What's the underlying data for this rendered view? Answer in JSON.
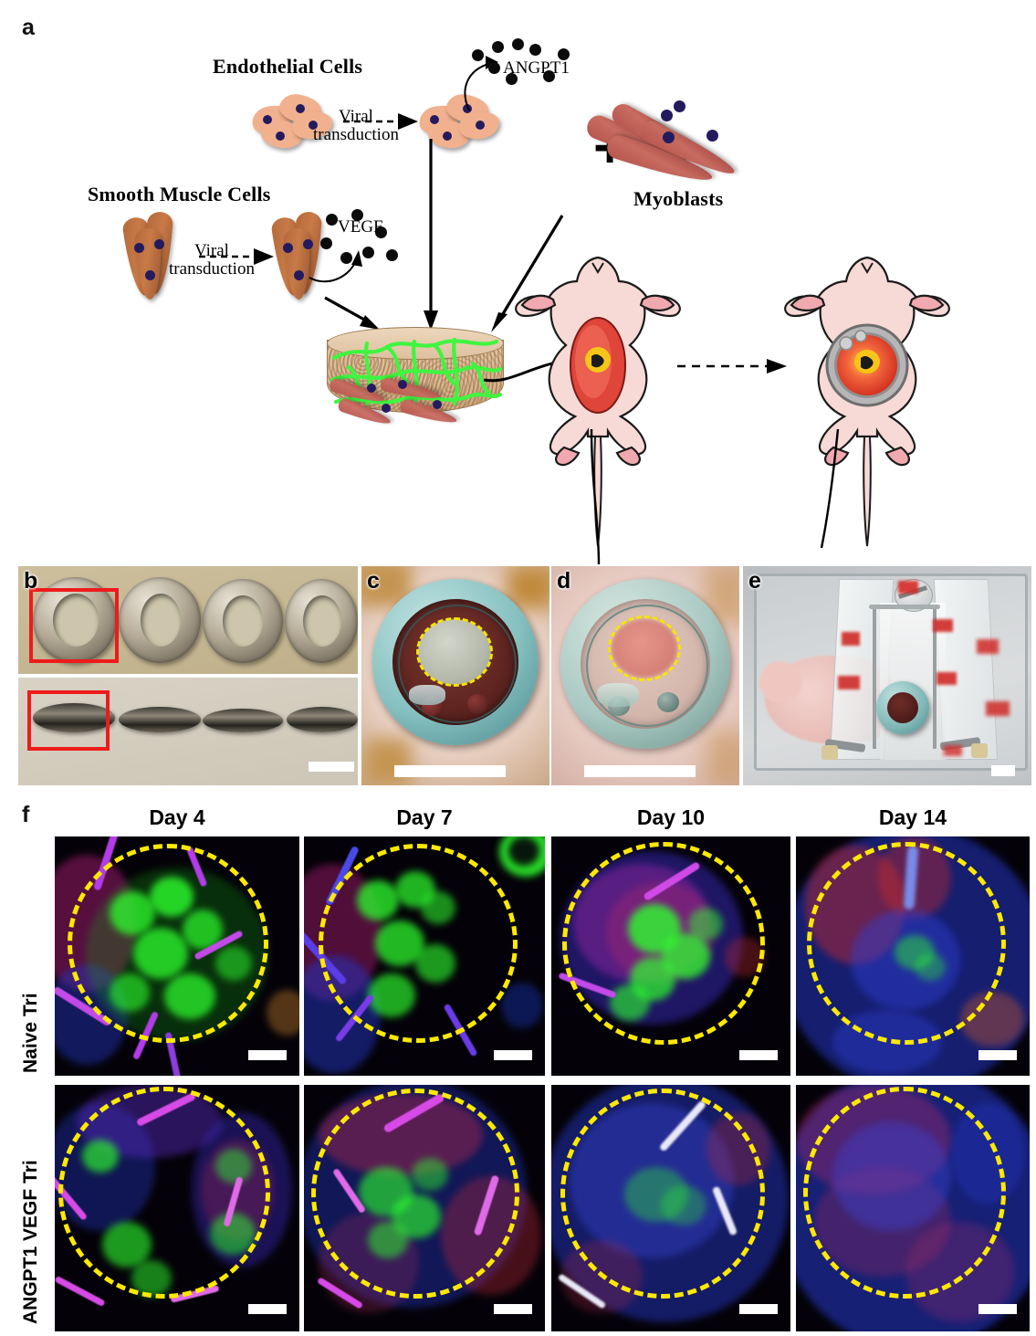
{
  "figure": {
    "panels": [
      {
        "id": "a",
        "letter": "a"
      },
      {
        "id": "b",
        "letter": "b"
      },
      {
        "id": "c",
        "letter": "c"
      },
      {
        "id": "d",
        "letter": "d"
      },
      {
        "id": "e",
        "letter": "e"
      },
      {
        "id": "f",
        "letter": "f"
      }
    ]
  },
  "panel_a": {
    "endothelial_title": "Endothelial Cells",
    "smooth_muscle_title": "Smooth Muscle Cells",
    "myoblast_title": "Myoblasts",
    "viral_transduction_1": "Viral",
    "viral_transduction_1b": "transduction",
    "viral_transduction_2": "Viral",
    "viral_transduction_2b": "transduction",
    "angpt1_label": "ANGPT1",
    "vegf_label": "VEGF",
    "plus": "+"
  },
  "panel_f": {
    "columns": [
      "Day 4",
      "Day 7",
      "Day 10",
      "Day 14"
    ],
    "rows": [
      {
        "label": "Naive Tri"
      },
      {
        "label": "ANGPT1 VEGF Tri"
      }
    ]
  },
  "colors": {
    "endothelial_cell": "#f2b18e",
    "smooth_muscle_cell": "#c87a47",
    "myoblast_cell": "#c86b60",
    "nucleus": "#241b5e",
    "vessel_green": "#3ff53f",
    "scaffold": "#d8b892",
    "mouse_body": "#f7d9d6",
    "mouse_ear": "#f0a9ae",
    "wound_red": "#e0453a",
    "wound_yellow": "#f5c518",
    "highlight_box": "#ee1b1b",
    "dashed_circle": "#f6e500",
    "micro_green": "#2dff2d",
    "micro_magenta": "#c33bdb",
    "micro_blue": "#2b3fd6",
    "micro_red": "#e02a2a",
    "scalebar": "#ffffff"
  }
}
